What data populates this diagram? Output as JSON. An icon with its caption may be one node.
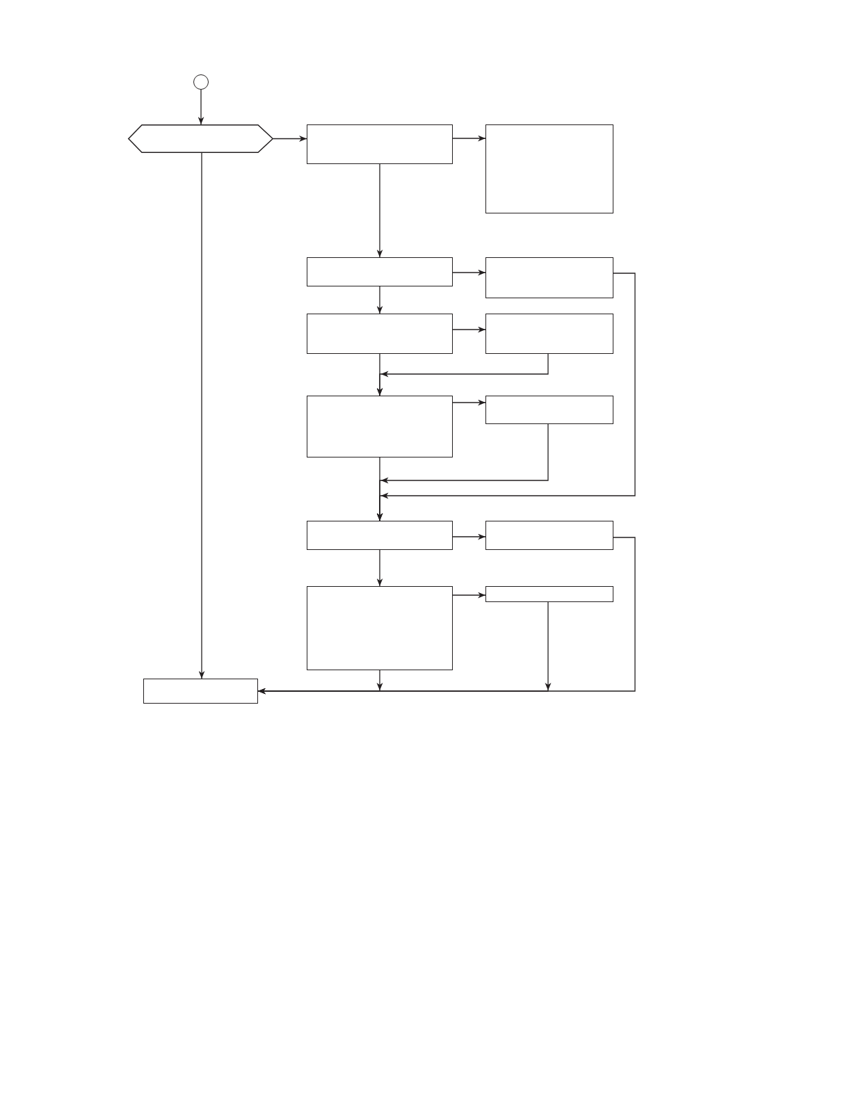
{
  "diagram": {
    "nodes": [
      {
        "text": [],
        "shape": "circle"
      },
      {
        "text": [],
        "shape": "hexagon"
      },
      {
        "text": [],
        "shape": "box"
      },
      {
        "text": [],
        "shape": "box"
      },
      {
        "text": [],
        "shape": "box"
      },
      {
        "text": [],
        "shape": "box"
      },
      {
        "text": [],
        "shape": "box"
      },
      {
        "text": [],
        "shape": "box"
      },
      {
        "text": [],
        "shape": "box"
      },
      {
        "text": [],
        "shape": "box"
      },
      {
        "text": [],
        "shape": "box"
      },
      {
        "text": [],
        "shape": "box"
      },
      {
        "text": [],
        "shape": "box"
      },
      {
        "text": [],
        "shape": "box"
      },
      {
        "text": [],
        "shape": "box"
      }
    ],
    "edges": [
      {
        "from": 0,
        "to": 1,
        "arrow": "to"
      },
      {
        "from": 1,
        "to": 2,
        "arrow": "to"
      },
      {
        "from": 2,
        "to": 3,
        "arrow": "to"
      },
      {
        "from": 2,
        "to": 4,
        "arrow": "to"
      },
      {
        "from": 4,
        "to": 5,
        "arrow": "to"
      },
      {
        "from": 4,
        "to": 6,
        "arrow": "to"
      },
      {
        "from": 6,
        "to": 7,
        "arrow": "to"
      },
      {
        "from": 6,
        "to": 8,
        "arrow": "to"
      },
      {
        "from": 7,
        "to": 8,
        "arrow": "to"
      },
      {
        "from": 8,
        "to": 9,
        "arrow": "to"
      },
      {
        "from": 8,
        "to": 10,
        "arrow": "to"
      },
      {
        "from": 9,
        "to": 10,
        "arrow": "to"
      },
      {
        "from": 5,
        "to": 10,
        "arrow": "to"
      },
      {
        "from": 10,
        "to": 11,
        "arrow": "to"
      },
      {
        "from": 10,
        "to": 12,
        "arrow": "to"
      },
      {
        "from": 11,
        "to": 14,
        "arrow": "to"
      },
      {
        "from": 12,
        "to": 13,
        "arrow": "to"
      },
      {
        "from": 12,
        "to": 14,
        "arrow": "to"
      },
      {
        "from": 13,
        "to": 14,
        "arrow": "to"
      },
      {
        "from": 1,
        "to": 14,
        "arrow": "to"
      }
    ]
  }
}
